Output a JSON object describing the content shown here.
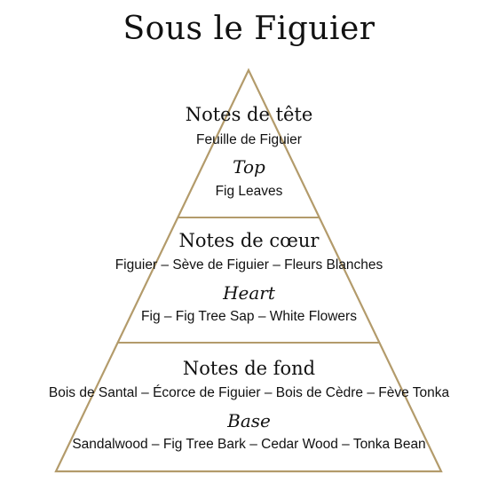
{
  "title": "Sous le Figuier",
  "colors": {
    "pyramid_stroke": "#b39b6b",
    "text": "#111111",
    "background": "#ffffff"
  },
  "tiers": [
    {
      "fr_heading": "Notes de tête",
      "fr_notes": "Feuille de Figuier",
      "en_heading": "Top",
      "en_notes": "Fig Leaves"
    },
    {
      "fr_heading": "Notes de cœur",
      "fr_notes": "Figuier – Sève de Figuier – Fleurs Blanches",
      "en_heading": "Heart",
      "en_notes": "Fig – Fig Tree Sap – White Flowers"
    },
    {
      "fr_heading": "Notes de fond",
      "fr_notes": "Bois de Santal – Écorce de Figuier – Bois de Cèdre – Fève Tonka",
      "en_heading": "Base",
      "en_notes": "Sandalwood – Fig Tree Bark – Cedar Wood – Tonka Bean"
    }
  ]
}
